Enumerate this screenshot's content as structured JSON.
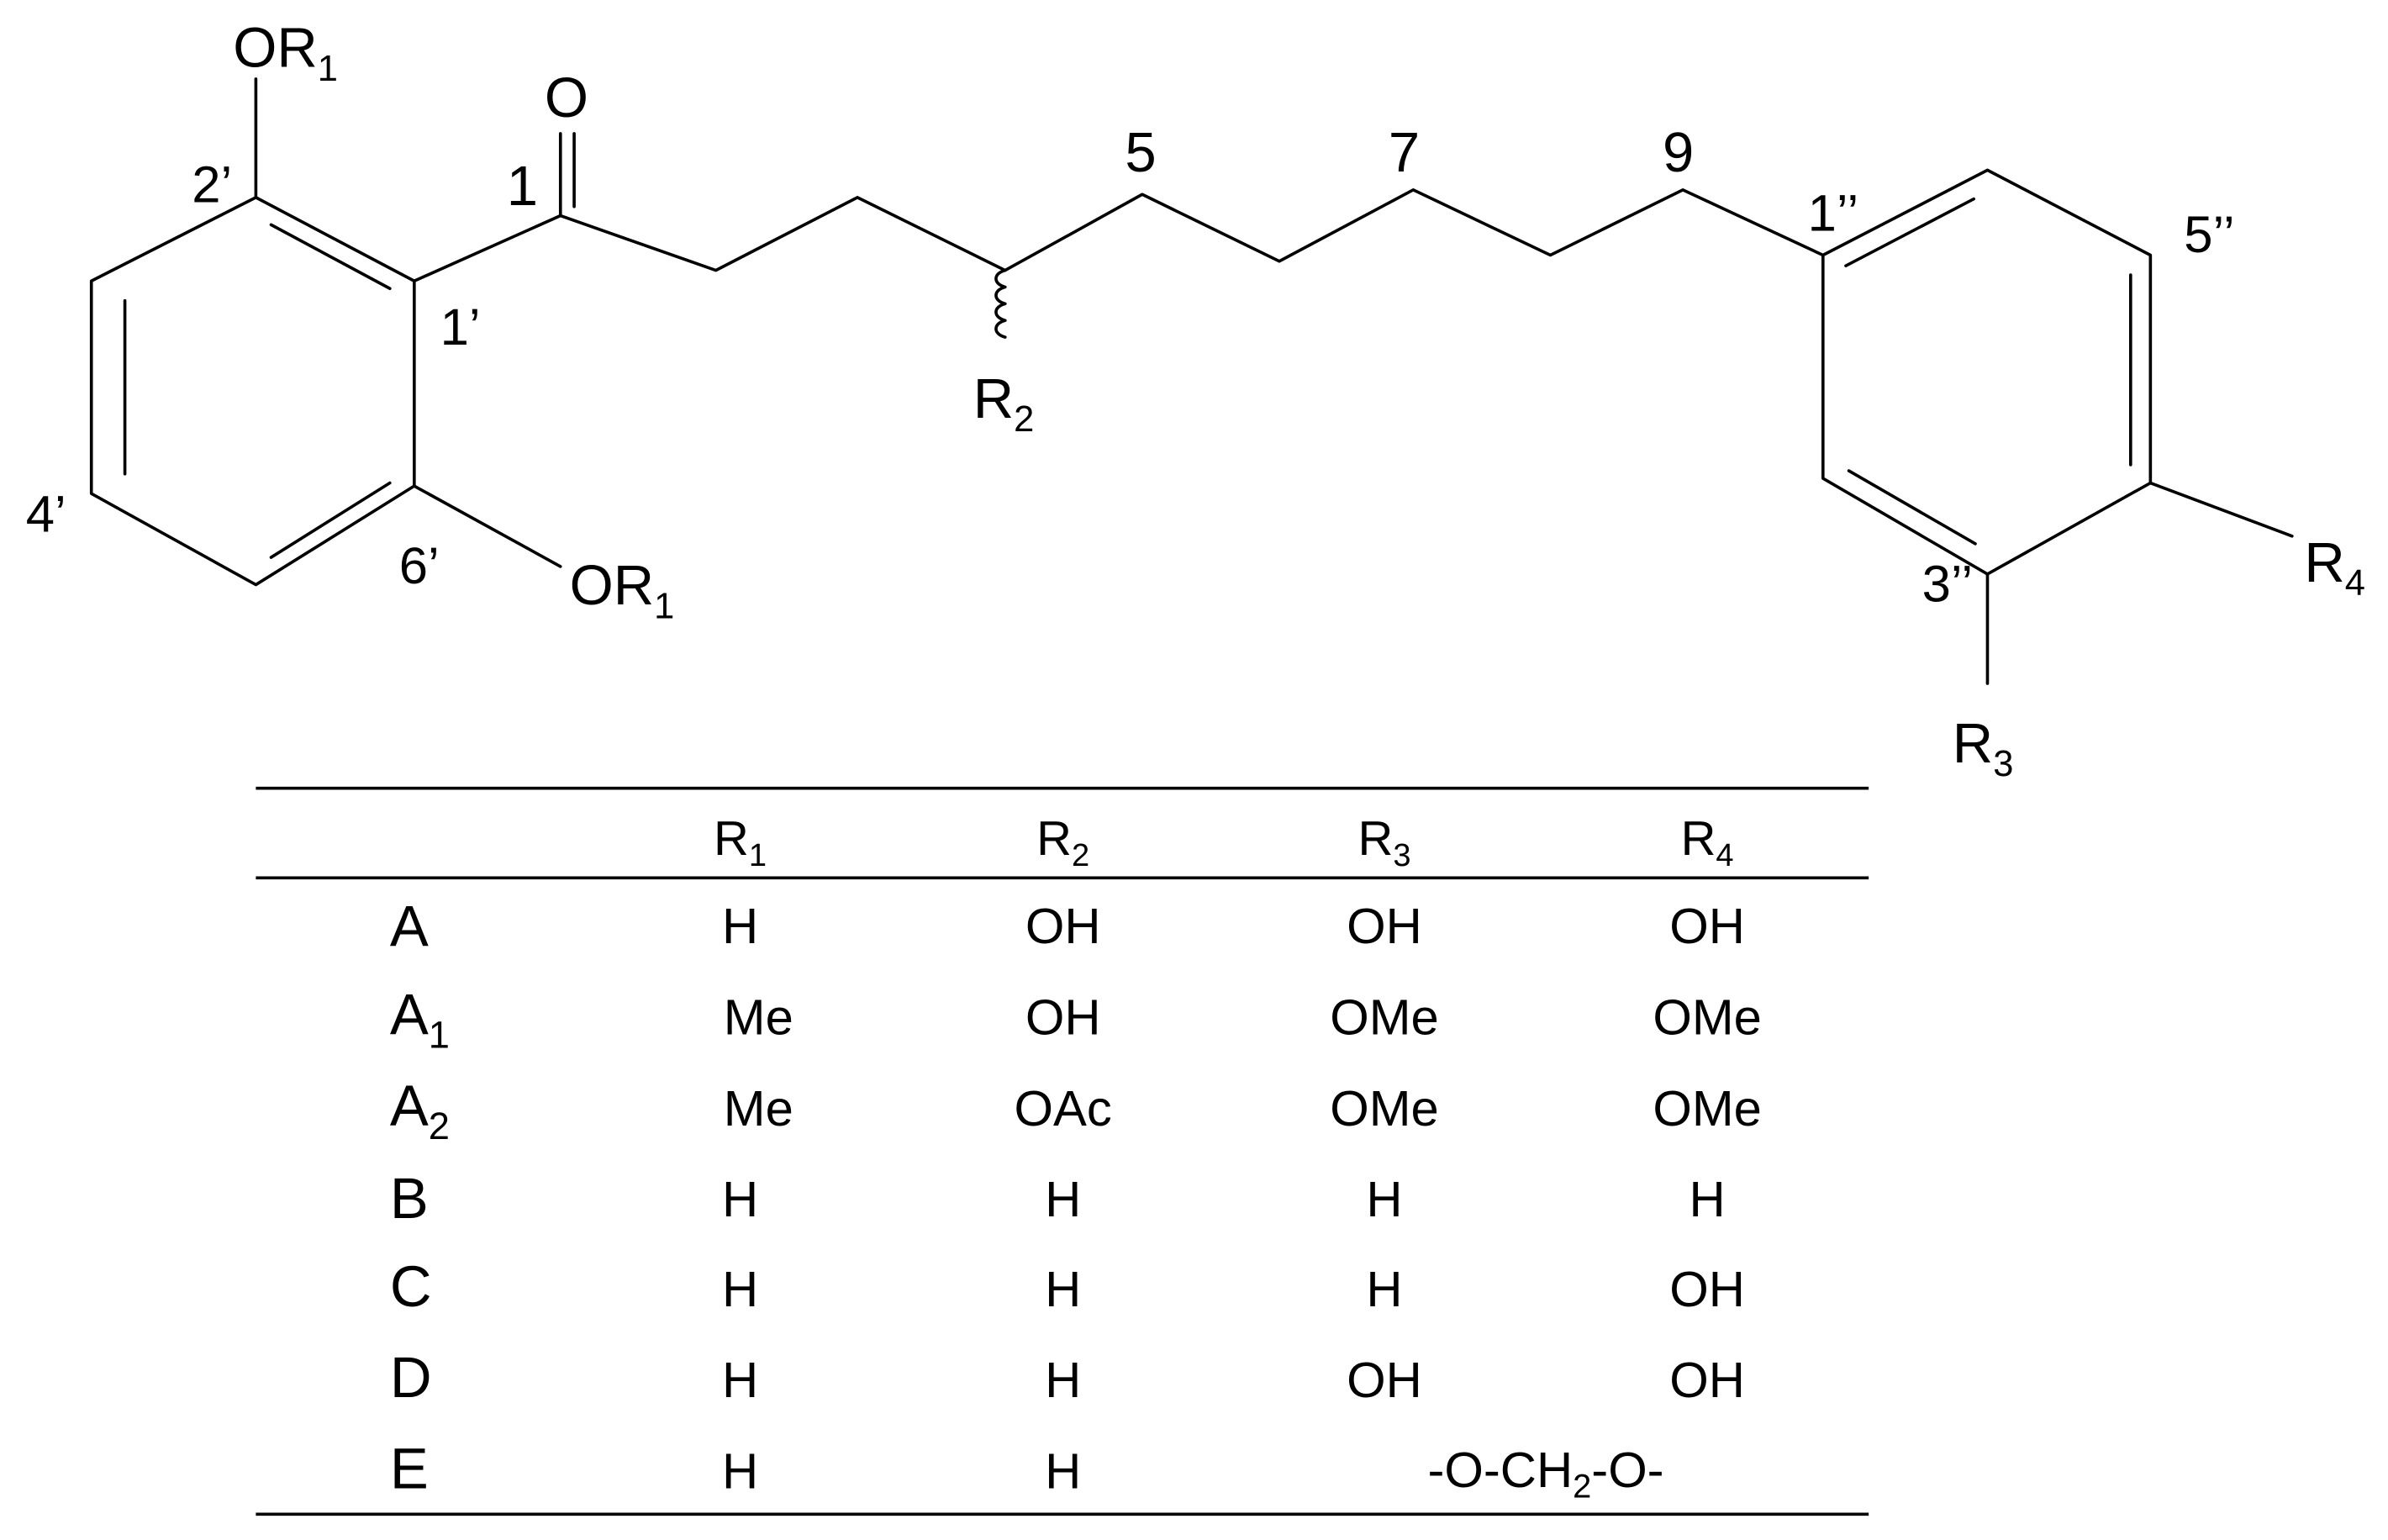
{
  "structure": {
    "or1_top": {
      "main": "OR",
      "sub": "1"
    },
    "carbonyl_o": "O",
    "c1": "1",
    "c2p": "2’",
    "c1p": "1’",
    "c4p": "4’",
    "c6p": "6’",
    "or1_bottom": {
      "main": "OR",
      "sub": "1"
    },
    "c5": "5",
    "c7": "7",
    "c9": "9",
    "r2": {
      "main": "R",
      "sub": "2"
    },
    "c1pp": "1’’",
    "c5pp": "5’’",
    "c3pp": "3’’",
    "r3": {
      "main": "R",
      "sub": "3"
    },
    "r4": {
      "main": "R",
      "sub": "4"
    }
  },
  "table": {
    "headers": [
      {
        "main": "R",
        "sub": "1"
      },
      {
        "main": "R",
        "sub": "2"
      },
      {
        "main": "R",
        "sub": "3"
      },
      {
        "main": "R",
        "sub": "4"
      }
    ],
    "rows": [
      {
        "label": "A",
        "cells": [
          "H",
          "OH",
          "OH",
          "OH"
        ]
      },
      {
        "label": "A",
        "label_sub": "1",
        "cells": [
          "Me",
          "OH",
          "OMe",
          "OMe"
        ]
      },
      {
        "label": "A",
        "label_sub": "2",
        "cells": [
          "Me",
          "OAc",
          "OMe",
          "OMe"
        ]
      },
      {
        "label": "B",
        "cells": [
          "H",
          "H",
          "H",
          "H"
        ]
      },
      {
        "label": "C",
        "cells": [
          "H",
          "H",
          "H",
          "OH"
        ]
      },
      {
        "label": "D",
        "cells": [
          "H",
          "H",
          "OH",
          "OH"
        ]
      },
      {
        "label": "E",
        "cells": [
          "H",
          "H"
        ],
        "merged_r3_r4": {
          "pre": "-O-CH",
          "sub": "2",
          "post": "-O-"
        }
      }
    ]
  }
}
